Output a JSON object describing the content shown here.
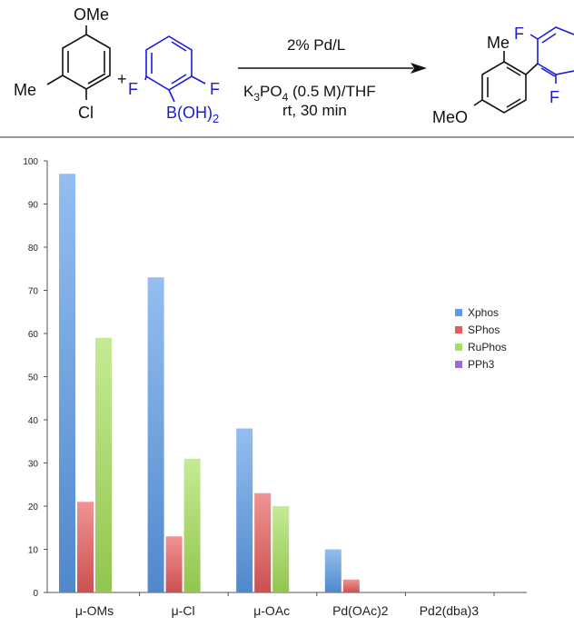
{
  "reaction": {
    "reactant1": {
      "ome": "OMe",
      "me": "Me",
      "cl": "Cl"
    },
    "plus": "+",
    "reactant2": {
      "f_left": "F",
      "f_right": "F",
      "boronic": "B(OH)",
      "boronic_sub": "2"
    },
    "conditions": {
      "catalyst": "2% Pd/L",
      "base_k": "K",
      "base_k_sub": "3",
      "base_po": "PO",
      "base_po_sub": "4",
      "base_rest": " (0.5 M)/THF",
      "time": "rt, 30 min"
    },
    "product": {
      "me": "Me",
      "f_top": "F",
      "f_bottom": "F",
      "ome": "MeO"
    },
    "colors": {
      "boronic_acid": "#1a1adb",
      "product_fluorine": "#1a1adb",
      "text": "#111111"
    }
  },
  "chart_data": {
    "type": "bar",
    "categories": [
      "μ-OMs",
      "μ-Cl",
      "μ-OAc",
      "Pd(OAc)2",
      "Pd2(dba)3"
    ],
    "series": [
      {
        "name": "Xphos",
        "values": [
          97,
          73,
          38,
          10,
          0
        ],
        "color": "#5b9be8"
      },
      {
        "name": "SPhos",
        "values": [
          21,
          13,
          23,
          3,
          0
        ],
        "color": "#e85b5b"
      },
      {
        "name": "RuPhos",
        "values": [
          59,
          31,
          20,
          0,
          0
        ],
        "color": "#a6e05a"
      },
      {
        "name": "PPh3",
        "values": [
          0,
          0,
          0,
          0,
          0
        ],
        "color": "#9b6ad1"
      }
    ],
    "ylim": [
      0,
      100
    ],
    "yticks": [
      0,
      10,
      20,
      30,
      40,
      50,
      60,
      70,
      80,
      90,
      100
    ],
    "legend_position": "right",
    "grid": false
  }
}
